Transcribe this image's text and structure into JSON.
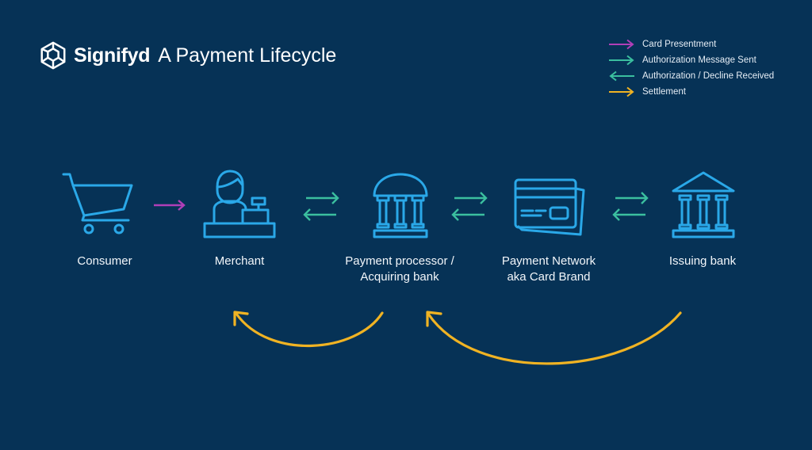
{
  "header": {
    "brand": "Signifyd",
    "title": "A Payment Lifecycle",
    "logo_icon": "signifyd-hexagon-logo"
  },
  "legend": {
    "items": [
      {
        "label": "Card Presentment",
        "color": "#b03fb8",
        "direction": "right"
      },
      {
        "label": "Authorization Message Sent",
        "color": "#3bbf9f",
        "direction": "right"
      },
      {
        "label": "Authorization / Decline Received",
        "color": "#3bbf9f",
        "direction": "left"
      },
      {
        "label": "Settlement",
        "color": "#f0b323",
        "direction": "right"
      }
    ]
  },
  "nodes": [
    {
      "id": "consumer",
      "label_line1": "Consumer",
      "label_line2": "",
      "icon": "shopping-cart-icon"
    },
    {
      "id": "merchant",
      "label_line1": "Merchant",
      "label_line2": "",
      "icon": "cashier-icon"
    },
    {
      "id": "processor",
      "label_line1": "Payment processor /",
      "label_line2": "Acquiring bank",
      "icon": "dome-bank-icon"
    },
    {
      "id": "network",
      "label_line1": "Payment Network",
      "label_line2": "aka Card Brand",
      "icon": "credit-cards-icon"
    },
    {
      "id": "issuer",
      "label_line1": "Issuing bank",
      "label_line2": "",
      "icon": "bank-building-icon"
    }
  ],
  "connectors": [
    {
      "from": "consumer",
      "to": "merchant",
      "type": "Card Presentment"
    },
    {
      "from": "merchant",
      "to": "processor",
      "type": "bidirectional authorization"
    },
    {
      "from": "processor",
      "to": "network",
      "type": "bidirectional authorization"
    },
    {
      "from": "network",
      "to": "issuer",
      "type": "bidirectional authorization"
    },
    {
      "from": "processor",
      "to": "merchant",
      "type": "Settlement"
    },
    {
      "from": "issuer",
      "to": "processor",
      "type": "Settlement"
    }
  ],
  "colors": {
    "background": "#063256",
    "icon": "#2aa8e8",
    "card_presentment": "#b03fb8",
    "authorization": "#3bbf9f",
    "settlement": "#f0b323",
    "text": "#ffffff"
  }
}
